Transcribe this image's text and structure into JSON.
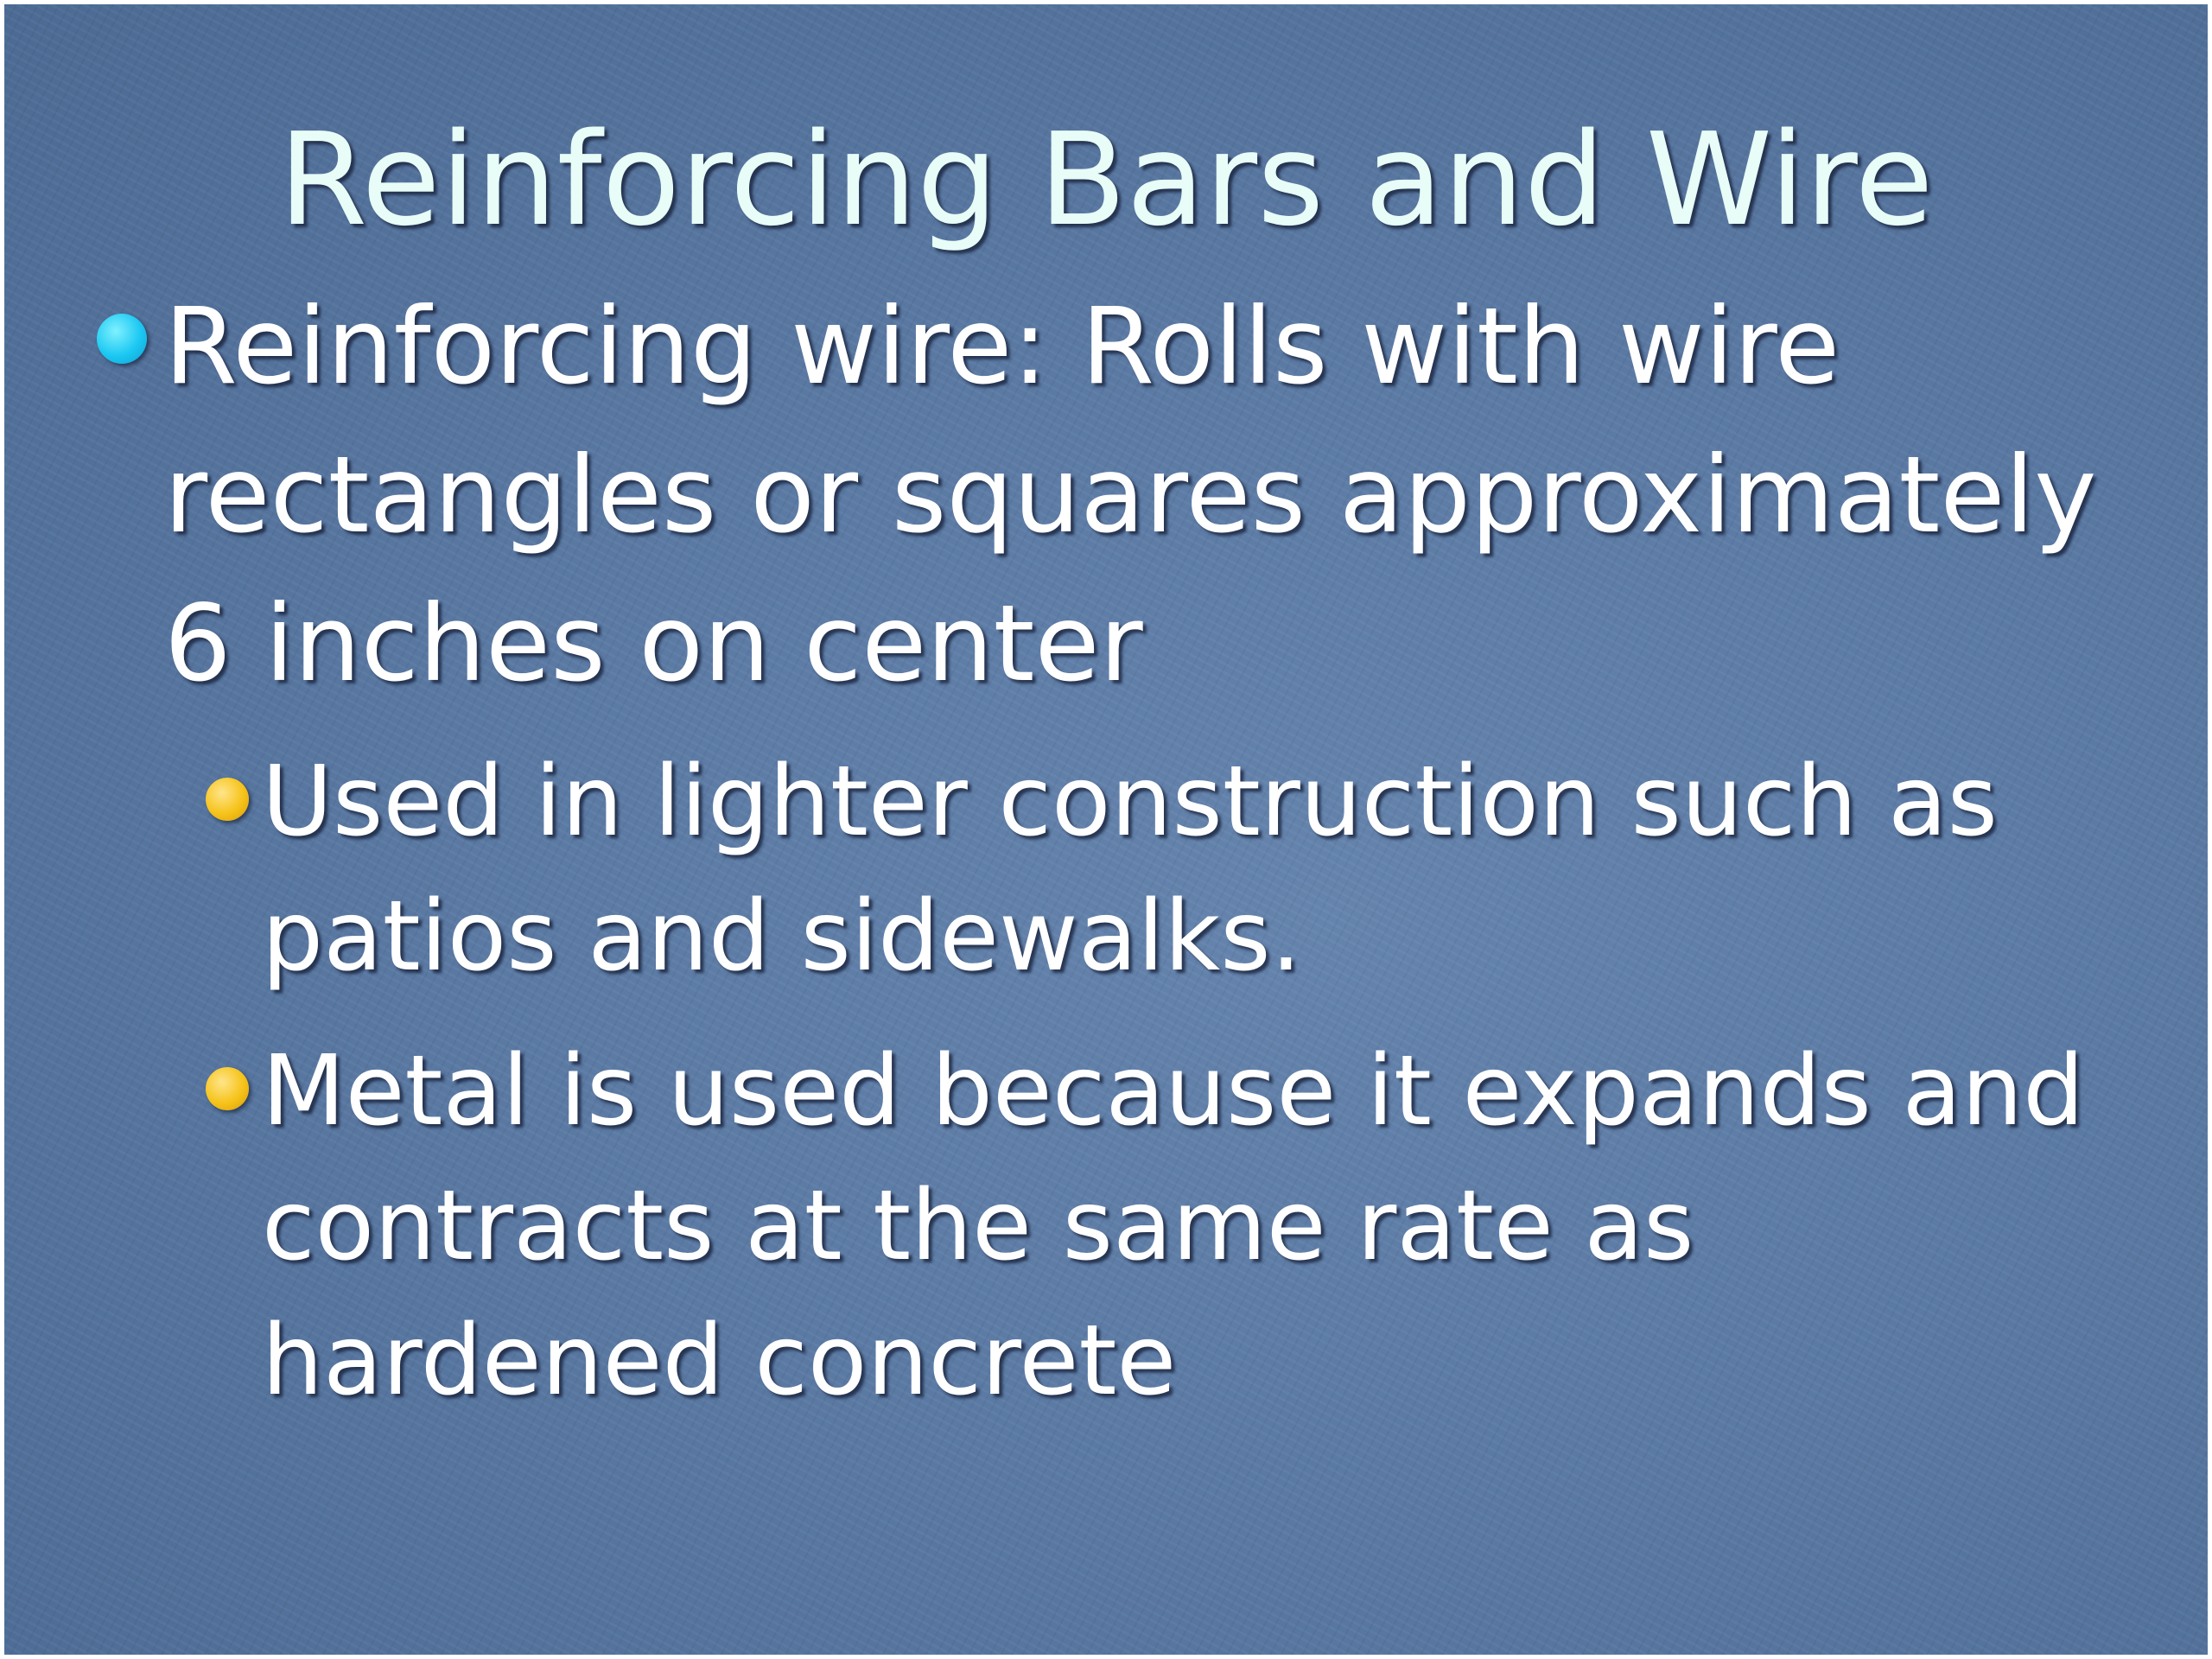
{
  "slide": {
    "title": "Reinforcing Bars and Wire",
    "bullets": [
      {
        "level": 1,
        "bullet_color": "#1cc8f2",
        "lines": [
          "Reinforcing wire: Rolls with wire",
          "rectangles or squares approximately",
          "6 inches on center"
        ]
      },
      {
        "level": 2,
        "bullet_color": "#f6c31a",
        "lines": [
          "Used in lighter construction such as",
          "patios and sidewalks."
        ]
      },
      {
        "level": 2,
        "bullet_color": "#f6c31a",
        "lines": [
          "Metal is used because it expands and",
          "contracts at the same rate as",
          "hardened concrete"
        ]
      }
    ],
    "colors": {
      "background": "#5a79a3",
      "title_text": "#e8fcf8",
      "body_text": "#ffffff"
    }
  }
}
